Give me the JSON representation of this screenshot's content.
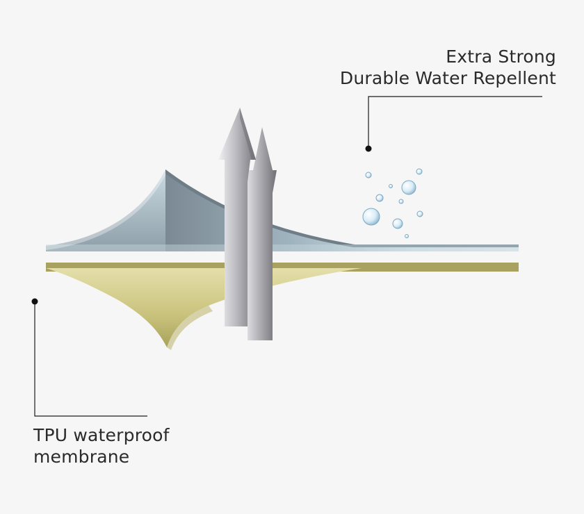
{
  "labels": {
    "dwr": {
      "line1": "Extra Strong",
      "line2": "Durable Water Repellent"
    },
    "tpu": {
      "line1": "TPU waterproof",
      "line2": "membrane"
    }
  },
  "colors": {
    "background": "#f6f6f6",
    "outer_layer_light": "#dbe8ee",
    "outer_layer_dark": "#7d8d96",
    "membrane_light": "#d7d193",
    "membrane_dark": "#8f8a45",
    "arrow_light": "#e9e9ed",
    "arrow_dark": "#7c7c82",
    "leader_line": "#1c1c1c"
  },
  "icons": [
    "water-droplet-icon",
    "vapor-arrow-icon"
  ]
}
